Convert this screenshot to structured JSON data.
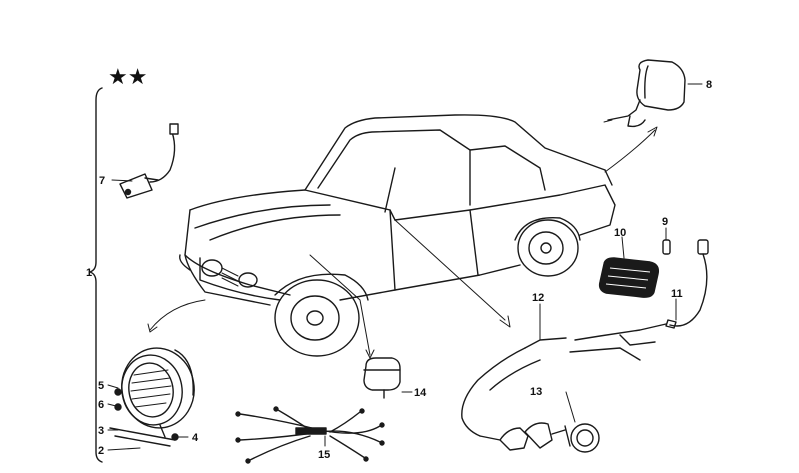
{
  "stars": "★★",
  "callouts": {
    "c1": "1",
    "c2": "2",
    "c3": "3",
    "c4": "4",
    "c5": "5",
    "c6": "6",
    "c7": "7",
    "c8": "8",
    "c9": "9",
    "c10": "10",
    "c11": "11",
    "c12": "12",
    "c13": "13",
    "c14": "14",
    "c15": "15"
  },
  "icons": [
    "car-illustration",
    "fog-lamp-icon",
    "relay-icon",
    "wiring-harness-icon",
    "connector-icon",
    "bulb-icon",
    "lens-icon",
    "mirror-lamp-icon",
    "switch-icon"
  ]
}
